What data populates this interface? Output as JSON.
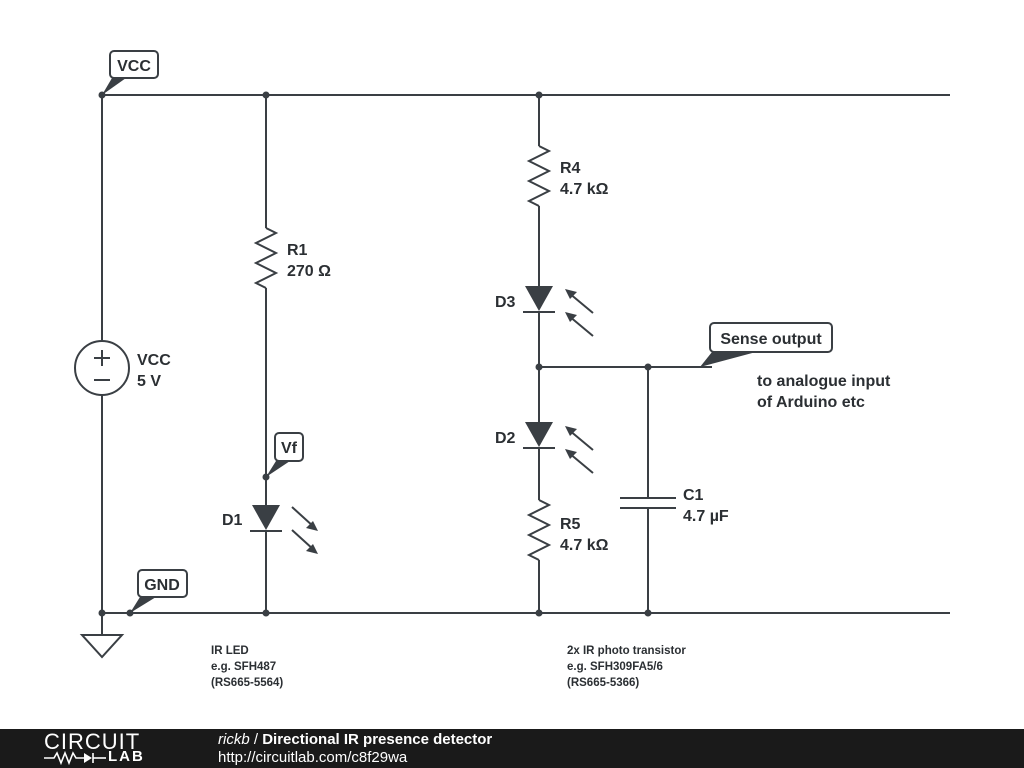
{
  "tags": {
    "vcc": "VCC",
    "vf": "Vf",
    "gnd": "GND",
    "sense": "Sense output"
  },
  "components": {
    "vcc_source": {
      "name": "VCC",
      "value": "5 V"
    },
    "r1": {
      "name": "R1",
      "value": "270 Ω"
    },
    "r4": {
      "name": "R4",
      "value": "4.7 kΩ"
    },
    "r5": {
      "name": "R5",
      "value": "4.7 kΩ"
    },
    "d1": {
      "name": "D1"
    },
    "d2": {
      "name": "D2"
    },
    "d3": {
      "name": "D3"
    },
    "c1": {
      "name": "C1",
      "value": "4.7 µF"
    }
  },
  "notes": {
    "sense_line1": "to analogue input",
    "sense_line2": "of Arduino etc",
    "led_line1": "IR LED",
    "led_line2": "e.g. SFH487",
    "led_line3": "(RS665-5564)",
    "pt_line1": "2x IR photo transistor",
    "pt_line2": "e.g. SFH309FA5/6",
    "pt_line3": "(RS665-5366)"
  },
  "footer": {
    "logo_top": "CIRCUIT",
    "logo_bottom": "LAB",
    "author": "rickb",
    "separator": " / ",
    "title": "Directional IR presence detector",
    "url": "http://circuitlab.com/c8f29wa"
  },
  "colors": {
    "ink": "#3a3f44",
    "footer_bg": "#1a1a1a"
  }
}
